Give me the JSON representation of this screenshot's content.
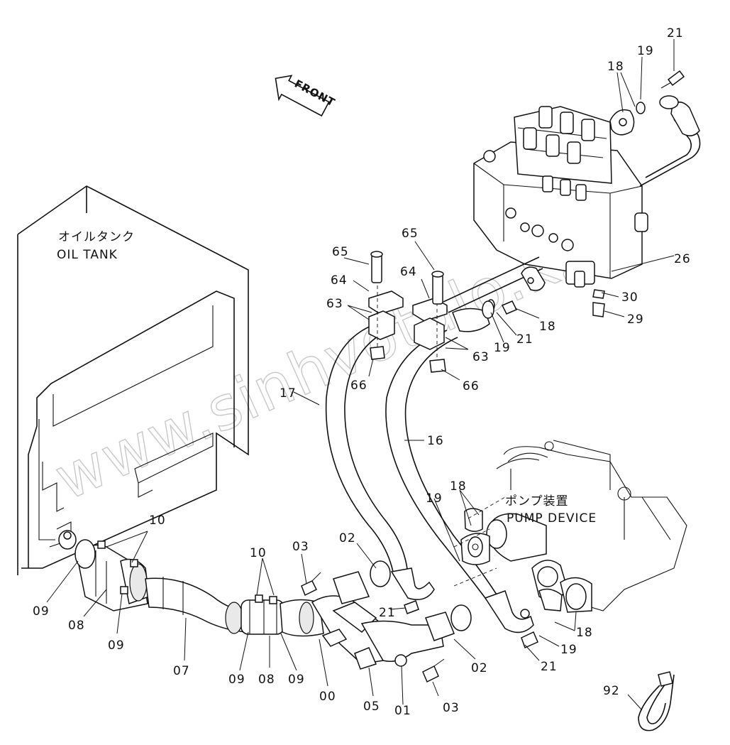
{
  "diagram": {
    "watermark": "www.sinhvotalo.kz",
    "front_marker": "FRONT",
    "oil_tank": {
      "label_jp": "オイルタンク",
      "label_en": "OIL TANK"
    },
    "pump_device": {
      "label_jp": "ポンプ装置",
      "label_en": "PUMP DEVICE"
    },
    "part_numbers": {
      "p00": "00",
      "p01": "01",
      "p02": "02",
      "p03": "03",
      "p05": "05",
      "p07": "07",
      "p08": "08",
      "p09": "09",
      "p10": "10",
      "p16": "16",
      "p17": "17",
      "p18": "18",
      "p19": "19",
      "p21": "21",
      "p26": "26",
      "p29": "29",
      "p30": "30",
      "p63": "63",
      "p64": "64",
      "p65": "65",
      "p66": "66",
      "p92": "92"
    }
  }
}
